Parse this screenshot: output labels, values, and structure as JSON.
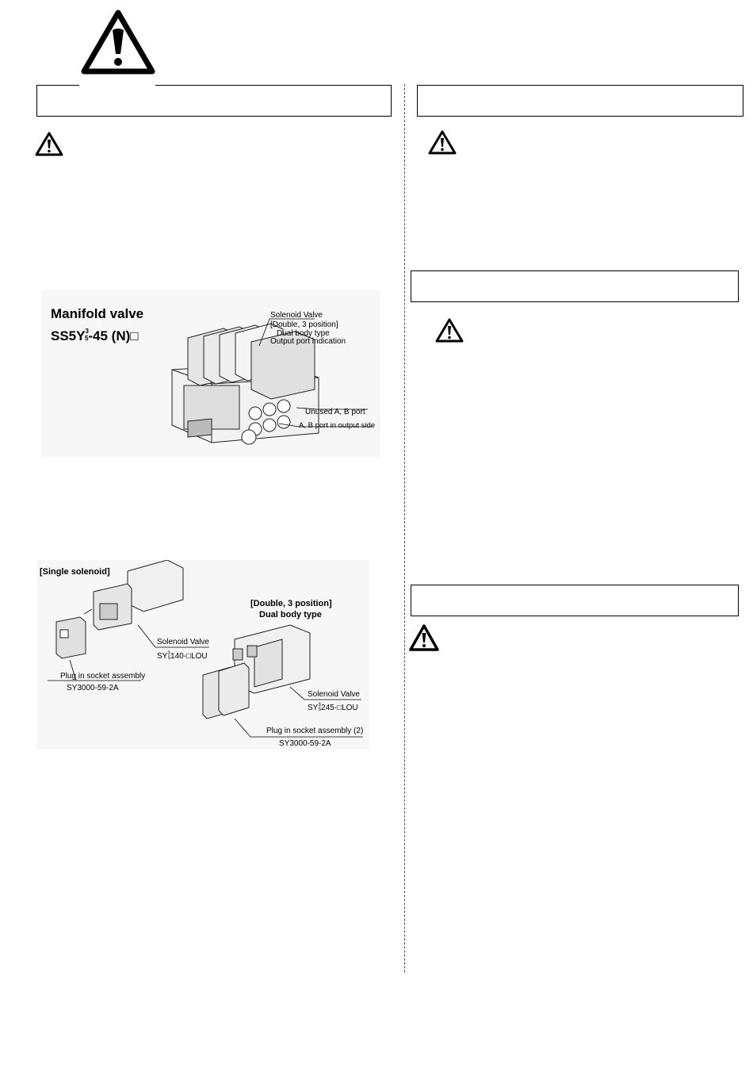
{
  "icons": {
    "header_warning": "warning-triangle-icon",
    "section_warning": "warning-triangle-icon"
  },
  "figure1": {
    "title_line1": "Manifold valve",
    "title_prefix": "SS5Y",
    "title_sup": "3",
    "title_sub": "5",
    "title_suffix": "-45 (N)□",
    "callout_solenoid": "Solenoid Valve",
    "callout_double": "[Double, 3 position]",
    "callout_dual": "Dual body type",
    "callout_output": "Output port indication",
    "callout_unused": "Unused A, B port",
    "callout_ab": "A, B port in output side"
  },
  "figure2": {
    "single_heading": "[Single solenoid]",
    "double_heading_1": "[Double, 3 position]",
    "double_heading_2": "Dual body type",
    "single_solenoid_label": "Solenoid Valve",
    "single_solenoid_model_prefix": "SY",
    "single_solenoid_sup": "3",
    "single_solenoid_sub": "5",
    "single_solenoid_model_suffix": "140-□LOU",
    "single_plug_label": "Plug in socket assembly",
    "single_plug_model": "SY3000-59-2A",
    "double_solenoid_label": "Solenoid Valve",
    "double_solenoid_model_prefix": "SY",
    "double_solenoid_sup": "3",
    "double_solenoid_sub": "5",
    "double_solenoid_model_suffix": "245-□LOU",
    "double_plug_label": "Plug in socket assembly (2)",
    "double_plug_model": "SY3000-59-2A"
  }
}
